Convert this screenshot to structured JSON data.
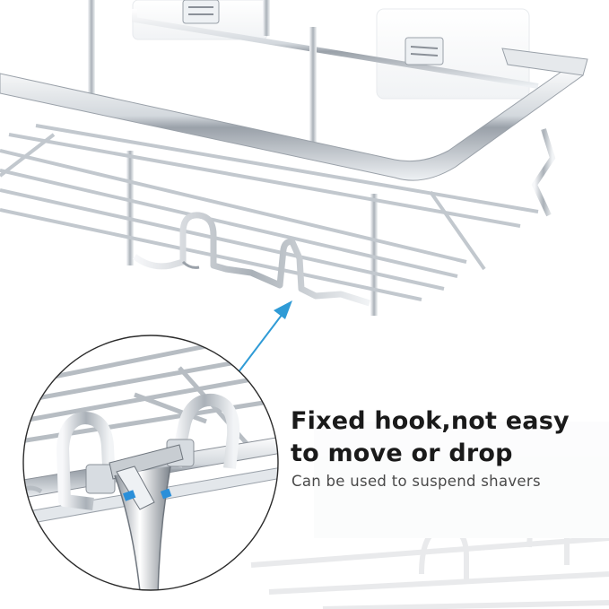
{
  "caption": {
    "headline_line1": "Fixed hook,not easy",
    "headline_line2": "to move or drop",
    "subline": "Can be used to suspend shavers"
  },
  "colors": {
    "chrome_light": "#f4f6f8",
    "chrome_mid": "#c9ced4",
    "chrome_dark": "#8a9098",
    "pointer_arrow": "#2f9bd6",
    "razor_band": "#2a8fd9"
  },
  "icons": {
    "pointer": "arrow-up-right",
    "shaver": "razor"
  }
}
